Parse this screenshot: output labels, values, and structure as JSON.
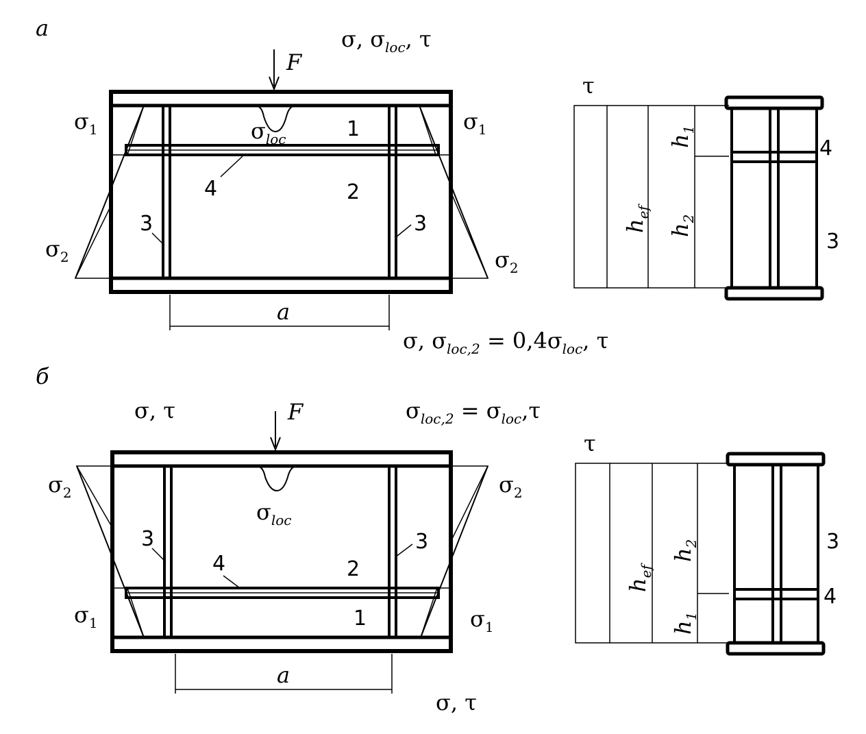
{
  "panel_a": {
    "letter": "а",
    "stress_label": [
      "σ, σ",
      "loc",
      ", τ"
    ],
    "force": "F",
    "sigma1_left": [
      "σ",
      "1"
    ],
    "sigma1_right": [
      "σ",
      "1"
    ],
    "sigma2_left": [
      "σ",
      "2"
    ],
    "sigma2_right": [
      "σ",
      "2"
    ],
    "sigma_loc": [
      "σ",
      "loc"
    ],
    "num1": "1",
    "num2": "2",
    "num3_left": "3",
    "num3_right": "3",
    "num4": "4",
    "dim_a": "a",
    "bottom_formula": [
      "σ, σ",
      "loc,2",
      " = 0,4σ",
      "loc",
      ", τ"
    ],
    "section": {
      "tau": "τ",
      "h_ef": [
        "h",
        "ef"
      ],
      "h1": [
        "h",
        "1"
      ],
      "h2": [
        "h",
        "2"
      ],
      "num4": "4",
      "num3": "3"
    }
  },
  "panel_b": {
    "letter": "б",
    "stress_label_left": "σ,  τ",
    "stress_label_right": [
      "σ",
      "loc,2",
      " = σ",
      "loc",
      ",τ"
    ],
    "force": "F",
    "sigma2_left": [
      "σ",
      "2"
    ],
    "sigma2_right": [
      "σ",
      "2"
    ],
    "sigma1_left": [
      "σ",
      "1"
    ],
    "sigma1_right": [
      "σ",
      "1"
    ],
    "sigma_loc": [
      "σ",
      "loc"
    ],
    "num1": "1",
    "num2": "2",
    "num3_left": "3",
    "num3_right": "3",
    "num4": "4",
    "dim_a": "a",
    "bottom_label": "σ, τ",
    "section": {
      "tau": "τ",
      "h_ef": [
        "h",
        "ef"
      ],
      "h1": [
        "h",
        "1"
      ],
      "h2": [
        "h",
        "2"
      ],
      "num4": "4",
      "num3": "3"
    }
  }
}
